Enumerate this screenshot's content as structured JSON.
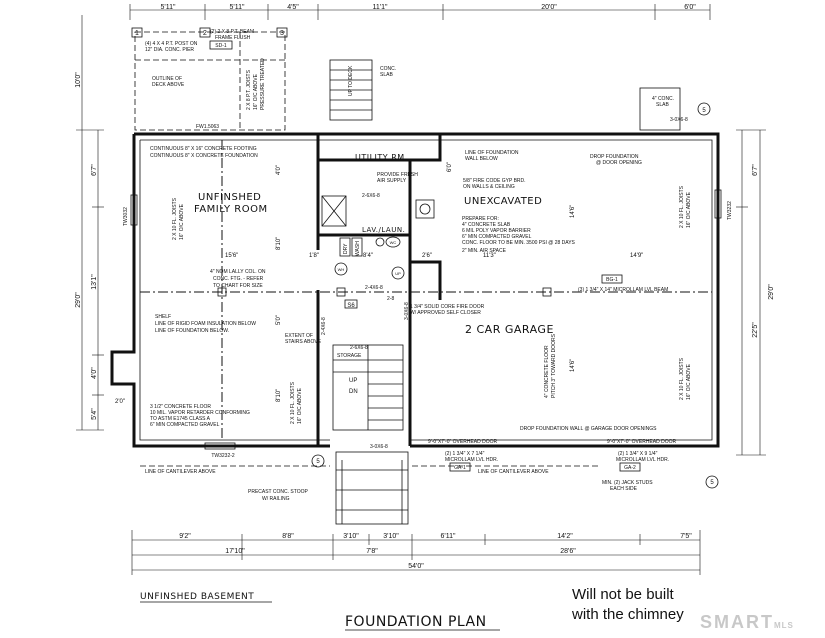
{
  "title": "FOUNDATION PLAN",
  "sheet_label": "UNFINSHED BASEMENT",
  "overlay_note": [
    "Will not be built",
    "with the chimney"
  ],
  "watermark": "SMART",
  "watermark_sub": "MLS",
  "rooms": {
    "family_1": "UNFINSHED",
    "family_2": "FAMILY ROOM",
    "utility": "UTILITY RM.",
    "unexcavated": "UNEXCAVATED",
    "lav": "LAV./LAUN.",
    "garage": "2 CAR GARAGE",
    "storage": "STORAGE"
  },
  "dims_top": [
    "5'11\"",
    "5'11\"",
    "4'5\"",
    "11'1\"",
    "20'0\"",
    "6'0\""
  ],
  "dims_bottom_1": [
    "9'2\"",
    "8'8\"",
    "3'10\"",
    "3'10\"",
    "6'11\"",
    "14'2\"",
    "7'5\""
  ],
  "dims_bottom_2": [
    "17'10\"",
    "7'8\"",
    "28'6\""
  ],
  "dims_bottom_total": "54'0\"",
  "dims_left": [
    "10'0\"",
    "6'7\"",
    "13'1\"",
    "4'0\"",
    "5'4\""
  ],
  "dims_left_total": "29'0\"",
  "dims_right": [
    "6'7\"",
    "29'0\"",
    "22'5\""
  ],
  "dims_interior": [
    "15'6\"",
    "8'10\"",
    "1'8\"",
    "8'4\"",
    "2'6\"",
    "11'3\"",
    "14'9\"",
    "14'6\"",
    "14'6\"",
    "8'10\"",
    "2'0\"",
    "5'0\"",
    "6'0\"",
    "4'0\""
  ],
  "notes": {
    "deck_post": [
      "(4) 4 X 4 P.T. POST ON",
      "12\" DIA. CONC. PIER"
    ],
    "beam": [
      "(2) 2 X 8 P.T. BEAM",
      "FRAME FLUSH"
    ],
    "sd1": "SD-1",
    "deck_outline": [
      "OUTLINE OF",
      "DECK ABOVE"
    ],
    "deck_joists": [
      "2 X 8 P.T. JOISTS",
      "16\" O/C ABOVE",
      "PRESSURE TREATED"
    ],
    "conc_slab_top": [
      "CONC.",
      "SLAB"
    ],
    "conc_slab_right": [
      "4\" CONC.",
      "SLAB"
    ],
    "fw": "FW1.5063",
    "footing": [
      "CONTINUOUS 8\" X 16\" CONCRETE FOOTING",
      "CONTINUOUS 8\" X CONCRETE FOUNDATION"
    ],
    "fresh_air": [
      "PROVIDE FRESH",
      "AIR SUPPLY"
    ],
    "fdn_below": [
      "LINE OF FOUNDATION",
      "WALL BELOW"
    ],
    "firecode": [
      "5/8\" FIRE CODE GYP BRD.",
      "ON WALLS & CEILING"
    ],
    "drop_foundation": [
      "DROP FOUNDATION",
      "@ DOOR OPENING"
    ],
    "prepare": [
      "PREPARE FOR:",
      "4\" CONCRETE SLAB",
      "6 MIL POLY VAPOR BARRIER",
      "6\" MIN COMPACTED GRAVEL",
      "CONC. FLOOR TO BE MIN. 3500 PSI @ 28 DAYS",
      "2\" MIN. AIR SPACE"
    ],
    "lally": [
      "4\" NOM LALLY COL. ON",
      "CONC. FTG. - REFER",
      "TO CHART FOR SIZE"
    ],
    "beam_main": "(3) 1 3/4\" X 14\" MICROLLAM LVL BEAM",
    "bg1": "BG-1",
    "fire_door": [
      "1 3/4\" SOLID CORE FIRE DOOR",
      "W/ APPROVED SELF CLOSER"
    ],
    "shelf": [
      "SHELF",
      "LINE OF RIGID FOAM INSULATION BELOW",
      "LINE OF FOUNDATION BELOW."
    ],
    "stairs": [
      "EXTENT OF",
      "STAIRS ABOVE"
    ],
    "garage_floor": [
      "4\" CONCRETE FLOOR",
      "PITCH 3\" TOWARD DOORS"
    ],
    "basement_floor": [
      "3 1/2\" CONCRETE FLOOR",
      "10 MIL. VAPOR RETARDER CONFORMING",
      "TO ASTM E1745 CLASS A",
      "6\" MIN COMPACTED GRAVEL"
    ],
    "drop_garage": "DROP FOUNDATION WALL @ GARAGE DOOR OPENINGS",
    "ohd1": "9'-0\"X7'-0\" OVERHEAD DOOR",
    "ohd2": "9'-0\"X7'-0\" OVERHEAD DOOR",
    "hdr1": [
      "(2) 1 3/4\" X 7 1/4\"",
      "MICROLLAM LVL HDR."
    ],
    "hdr2": [
      "(2) 1 3/4\" X 9 1/4\"",
      "MICROLLAM LVL HDR."
    ],
    "ga1": "GA-1",
    "ga2": "GA-2",
    "jack": [
      "MIN. (2) JACK STUDS",
      "EACH SIDE"
    ],
    "cantilever_left": "LINE OF CANTILEVER ABOVE",
    "cantilever_right": "LINE OF CANTILEVER ABOVE",
    "stoop": [
      "PRECAST CONC. STOOP",
      "W/ RAILING"
    ],
    "joist_family": [
      "2 X 10 FL. JOISTS",
      "16\" O/C ABOVE"
    ],
    "joist_garage": [
      "2 X 10 FL. JOISTS",
      "16\" O/C ABOVE"
    ],
    "joist_left": [
      "2 X 10 FL. JOISTS",
      "16\" O/C ABOVE"
    ],
    "joist_right": [
      "2 X 10 FL. JOISTS",
      "16\" O/C ABOVE"
    ],
    "win_left": "TW3032",
    "win_right": "TW3232",
    "win_bottom": "TW3232-2",
    "door_a": "2-6X6-8",
    "door_b": "2-4X6-8",
    "door_c": "3-0X6-8",
    "door_d": "2-6X6-8",
    "door_e": "3-0X6-8",
    "door_f": "2-8",
    "door_g": "3-0X6-8",
    "s6": "S6",
    "wh": "WH",
    "wc": "WC",
    "dry": "DRY",
    "wash": "WASH",
    "up": "UP",
    "dn": "DN",
    "up_deck": "UP TO DECK",
    "flag1": "1",
    "flag2": "2",
    "flag3": "3",
    "section": "5"
  }
}
